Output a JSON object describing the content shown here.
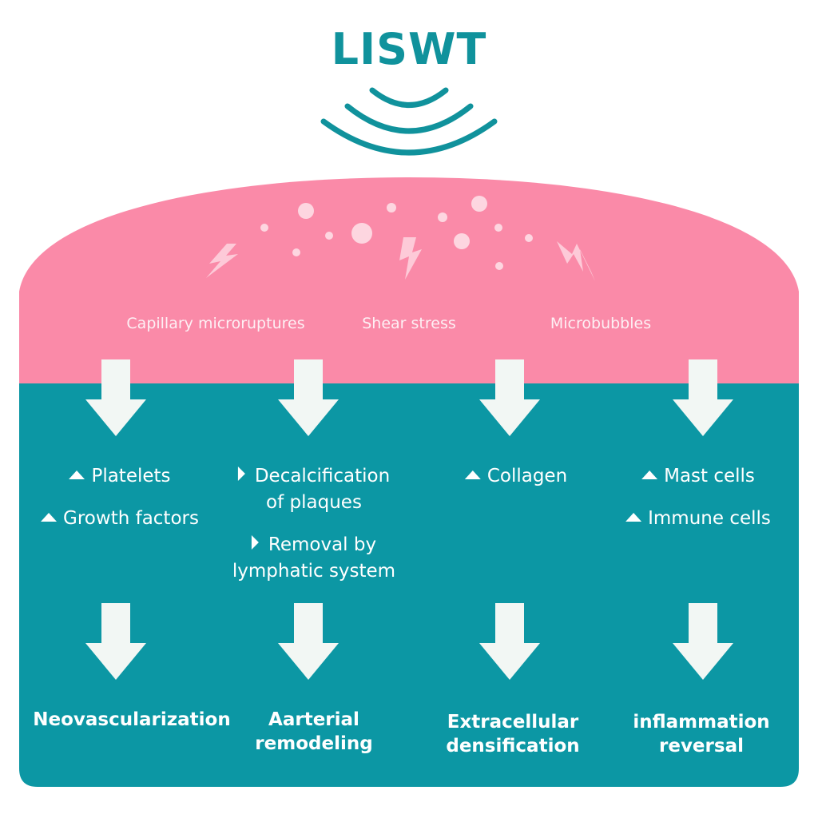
{
  "title": "LISWT",
  "mechanisms": [
    "Capillary microruptures",
    "Shear stress",
    "Microbubbles"
  ],
  "columns": [
    {
      "effects": [
        {
          "marker": "up",
          "lines": [
            "Platelets"
          ]
        },
        {
          "marker": "up",
          "lines": [
            "Growth factors"
          ]
        }
      ],
      "outcome": [
        "Neovascularization"
      ]
    },
    {
      "effects": [
        {
          "marker": "right",
          "lines": [
            "Decalcification",
            "of plaques"
          ]
        },
        {
          "marker": "right",
          "lines": [
            "Removal by",
            "lymphatic system"
          ]
        }
      ],
      "outcome": [
        "Aarterial",
        "remodeling"
      ]
    },
    {
      "effects": [
        {
          "marker": "up",
          "lines": [
            "Collagen"
          ]
        }
      ],
      "outcome": [
        "Extracellular",
        "densification"
      ]
    },
    {
      "effects": [
        {
          "marker": "up",
          "lines": [
            "Mast cells"
          ]
        },
        {
          "marker": "up",
          "lines": [
            "Immune cells"
          ]
        }
      ],
      "outcome": [
        "inflammation",
        "reversal"
      ]
    }
  ],
  "colors": {
    "teal": "#10929c",
    "tissue_bottom": "#0c97a4",
    "skin_pink": "#fa8aa8",
    "skin_blue": "#b7e2ea",
    "arrow": "#f2f7f4"
  }
}
